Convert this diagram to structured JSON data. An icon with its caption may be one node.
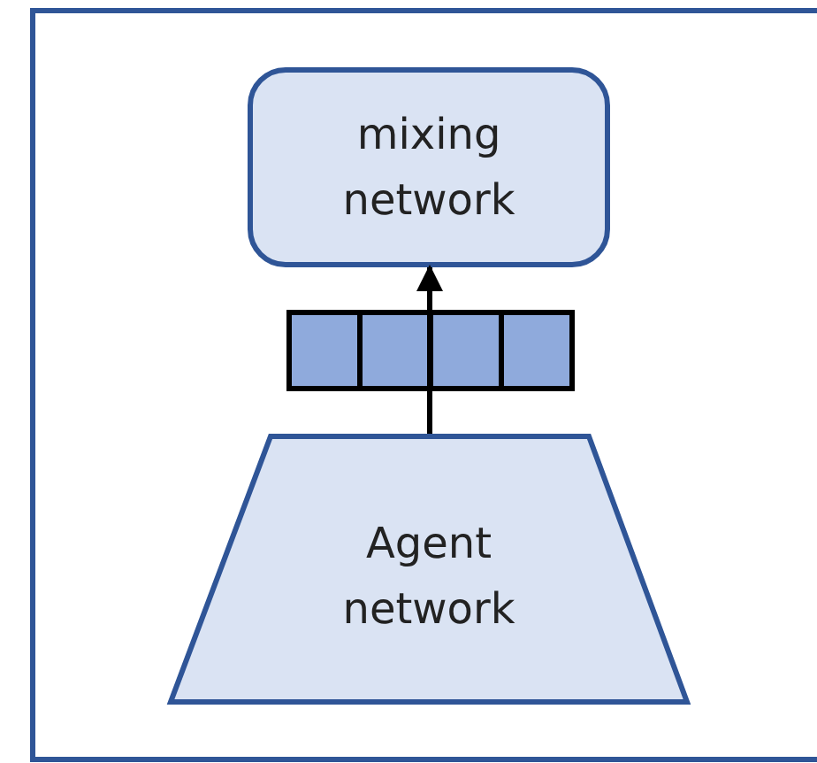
{
  "diagram": {
    "nodes": [
      {
        "text": [
          "mixing network"
        ]
      },
      {
        "text": [],
        "shape": "bar"
      },
      {
        "text": [
          "Agent network"
        ]
      }
    ],
    "edges": [
      {
        "from": 2,
        "to": 1,
        "arrow": "none"
      },
      {
        "from": 1,
        "to": 0,
        "arrow": "to"
      }
    ]
  }
}
